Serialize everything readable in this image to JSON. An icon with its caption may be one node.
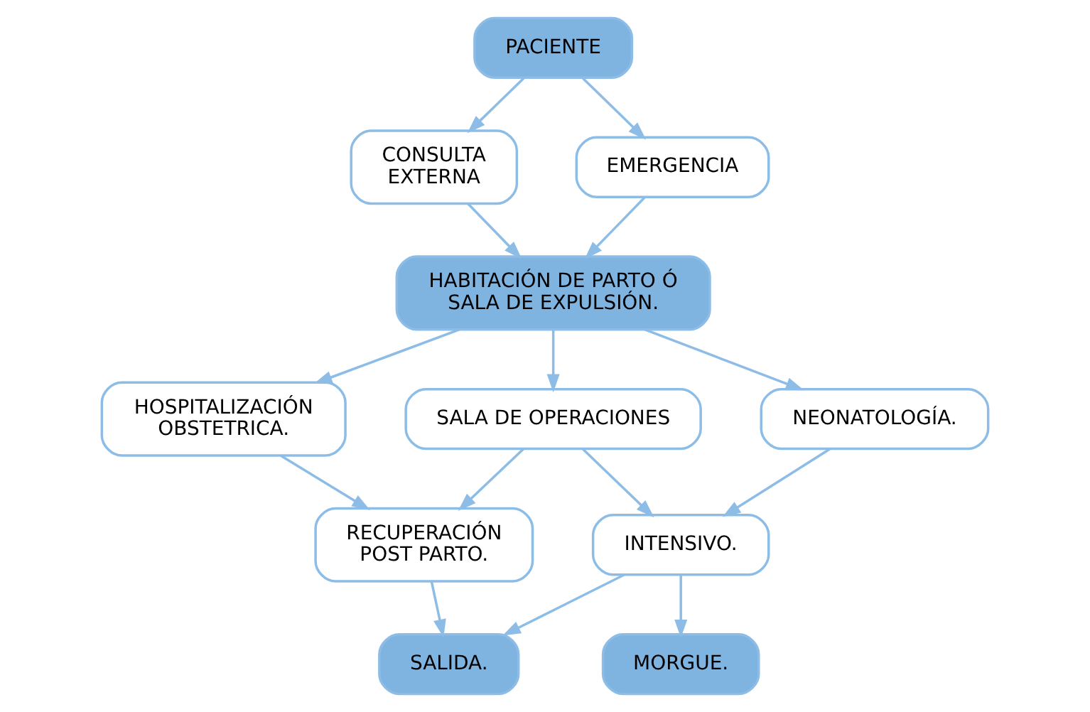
{
  "diagram": {
    "nodes": [
      {
        "text": [
          "PACIENTE"
        ]
      },
      {
        "text": [
          "CONSULTA EXTERNA"
        ]
      },
      {
        "text": [
          "EMERGENCIA"
        ]
      },
      {
        "text": [
          "HABITACIÓN DE PARTO Ó SALA DE EXPULSIÓN."
        ]
      },
      {
        "text": [
          "HOSPITALIZACIÓN OBSTETRICA."
        ]
      },
      {
        "text": [
          "SALA DE OPERACIONES"
        ]
      },
      {
        "text": [
          "NEONATOLOGÍA."
        ]
      },
      {
        "text": [
          "RECUPERACIÓN POST PARTO."
        ]
      },
      {
        "text": [
          "INTENSIVO."
        ]
      },
      {
        "text": [
          "SALIDA."
        ]
      },
      {
        "text": [
          "MORGUE."
        ]
      }
    ],
    "edges": [
      {
        "from": 0,
        "to": 1,
        "arrow": "to"
      },
      {
        "from": 0,
        "to": 2,
        "arrow": "to"
      },
      {
        "from": 1,
        "to": 3,
        "arrow": "to"
      },
      {
        "from": 2,
        "to": 3,
        "arrow": "to"
      },
      {
        "from": 3,
        "to": 4,
        "arrow": "to"
      },
      {
        "from": 3,
        "to": 5,
        "arrow": "to"
      },
      {
        "from": 3,
        "to": 6,
        "arrow": "to"
      },
      {
        "from": 4,
        "to": 7,
        "arrow": "to"
      },
      {
        "from": 5,
        "to": 7,
        "arrow": "to"
      },
      {
        "from": 5,
        "to": 8,
        "arrow": "to"
      },
      {
        "from": 6,
        "to": 8,
        "arrow": "to"
      },
      {
        "from": 7,
        "to": 9,
        "arrow": "to"
      },
      {
        "from": 8,
        "to": 9,
        "arrow": "to"
      },
      {
        "from": 8,
        "to": 10,
        "arrow": "to"
      }
    ]
  }
}
